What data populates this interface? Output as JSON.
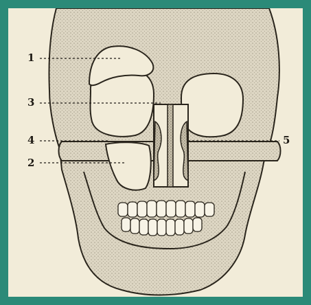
{
  "figure": {
    "labels": {
      "frontal_bone": "1",
      "maxillary_sinus": "2",
      "nasal_conchae": "4",
      "nasal_septum": "3",
      "zygomatic_arch": "5"
    }
  }
}
